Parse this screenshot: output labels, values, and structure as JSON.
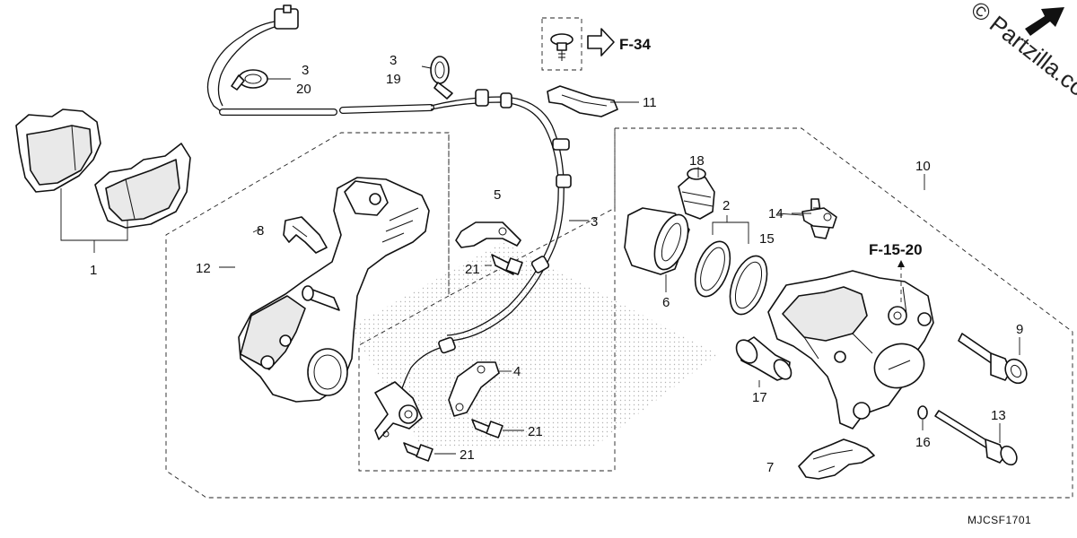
{
  "callouts": {
    "c1": "1",
    "c2": "2",
    "c3a": "3",
    "c3b": "3",
    "c3c": "3",
    "c4": "4",
    "c5": "5",
    "c6": "6",
    "c7": "7",
    "c8": "8",
    "c9": "9",
    "c10": "10",
    "c11": "11",
    "c12": "12",
    "c13": "13",
    "c14": "14",
    "c15": "15",
    "c16": "16",
    "c17": "17",
    "c18": "18",
    "c19": "19",
    "c20": "20",
    "c21a": "21",
    "c21b": "21",
    "c21c": "21"
  },
  "references": {
    "ref_a": "F-34",
    "ref_b": "F-15-20"
  },
  "diagram_code": "MJCSF1701",
  "watermark": "© Partzilla.com",
  "icons": [
    "arrow-right-outline-icon",
    "arrow-upper-right-icon"
  ]
}
